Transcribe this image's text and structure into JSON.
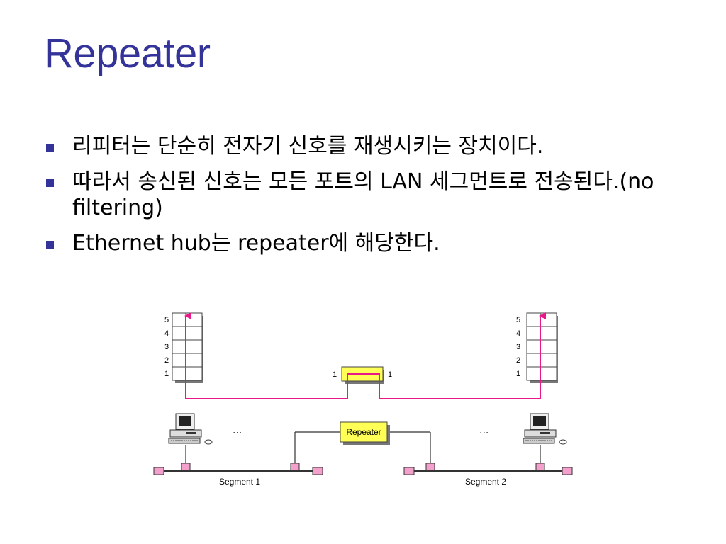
{
  "slide": {
    "title": "Repeater",
    "bullets": [
      "리피터는 단순히 전자기 신호를 재생시키는 장치이다.",
      "따라서 송신된 신호는 모든 포트의 LAN 세그먼트로 전송된다.(no filtering)",
      "Ethernet hub는 repeater에 해당한다."
    ]
  },
  "diagram": {
    "left_stack_layers": [
      "5",
      "4",
      "3",
      "2",
      "1"
    ],
    "right_stack_layers": [
      "5",
      "4",
      "3",
      "2",
      "1"
    ],
    "repeater_port_left": "1",
    "repeater_port_right": "1",
    "repeater_label": "Repeater",
    "left_ellipsis": "...",
    "right_ellipsis": "...",
    "segment1_label": "Segment 1",
    "segment2_label": "Segment 2",
    "colors": {
      "signal_path": "#e8178a",
      "repeater_fill": "#ffff55",
      "tap_fill": "#f3a0cc",
      "title": "#33339a"
    }
  }
}
